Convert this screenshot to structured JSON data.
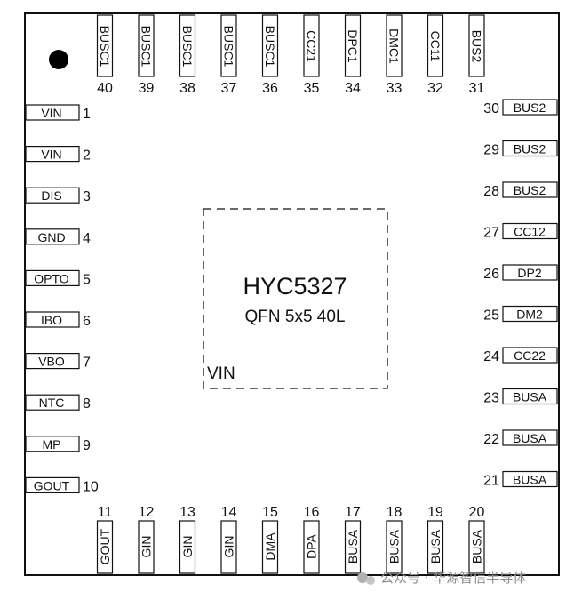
{
  "chip": {
    "part_number": "HYC5327",
    "package": "QFN 5x5 40L",
    "pad_label": "VIN"
  },
  "pins": {
    "left": [
      {
        "num": "1",
        "label": "VIN"
      },
      {
        "num": "2",
        "label": "VIN"
      },
      {
        "num": "3",
        "label": "DIS"
      },
      {
        "num": "4",
        "label": "GND"
      },
      {
        "num": "5",
        "label": "OPTO"
      },
      {
        "num": "6",
        "label": "IBO"
      },
      {
        "num": "7",
        "label": "VBO"
      },
      {
        "num": "8",
        "label": "NTC"
      },
      {
        "num": "9",
        "label": "MP"
      },
      {
        "num": "10",
        "label": "GOUT"
      }
    ],
    "bottom": [
      {
        "num": "11",
        "label": "GOUT"
      },
      {
        "num": "12",
        "label": "GIN"
      },
      {
        "num": "13",
        "label": "GIN"
      },
      {
        "num": "14",
        "label": "GIN"
      },
      {
        "num": "15",
        "label": "DMA"
      },
      {
        "num": "16",
        "label": "DPA"
      },
      {
        "num": "17",
        "label": "BUSA"
      },
      {
        "num": "18",
        "label": "BUSA"
      },
      {
        "num": "19",
        "label": "BUSA"
      },
      {
        "num": "20",
        "label": "BUSA"
      }
    ],
    "right": [
      {
        "num": "30",
        "label": "BUS2"
      },
      {
        "num": "29",
        "label": "BUS2"
      },
      {
        "num": "28",
        "label": "BUS2"
      },
      {
        "num": "27",
        "label": "CC12"
      },
      {
        "num": "26",
        "label": "DP2"
      },
      {
        "num": "25",
        "label": "DM2"
      },
      {
        "num": "24",
        "label": "CC22"
      },
      {
        "num": "23",
        "label": "BUSA"
      },
      {
        "num": "22",
        "label": "BUSA"
      },
      {
        "num": "21",
        "label": "BUSA"
      }
    ],
    "top": [
      {
        "num": "40",
        "label": "BUSC1"
      },
      {
        "num": "39",
        "label": "BUSC1"
      },
      {
        "num": "38",
        "label": "BUSC1"
      },
      {
        "num": "37",
        "label": "BUSC1"
      },
      {
        "num": "36",
        "label": "BUSC1"
      },
      {
        "num": "35",
        "label": "CC21"
      },
      {
        "num": "34",
        "label": "DPC1"
      },
      {
        "num": "33",
        "label": "DMC1"
      },
      {
        "num": "32",
        "label": "CC11"
      },
      {
        "num": "31",
        "label": "BUS2"
      }
    ]
  },
  "watermark": {
    "text": "公众号 · 华源智信半导体"
  }
}
